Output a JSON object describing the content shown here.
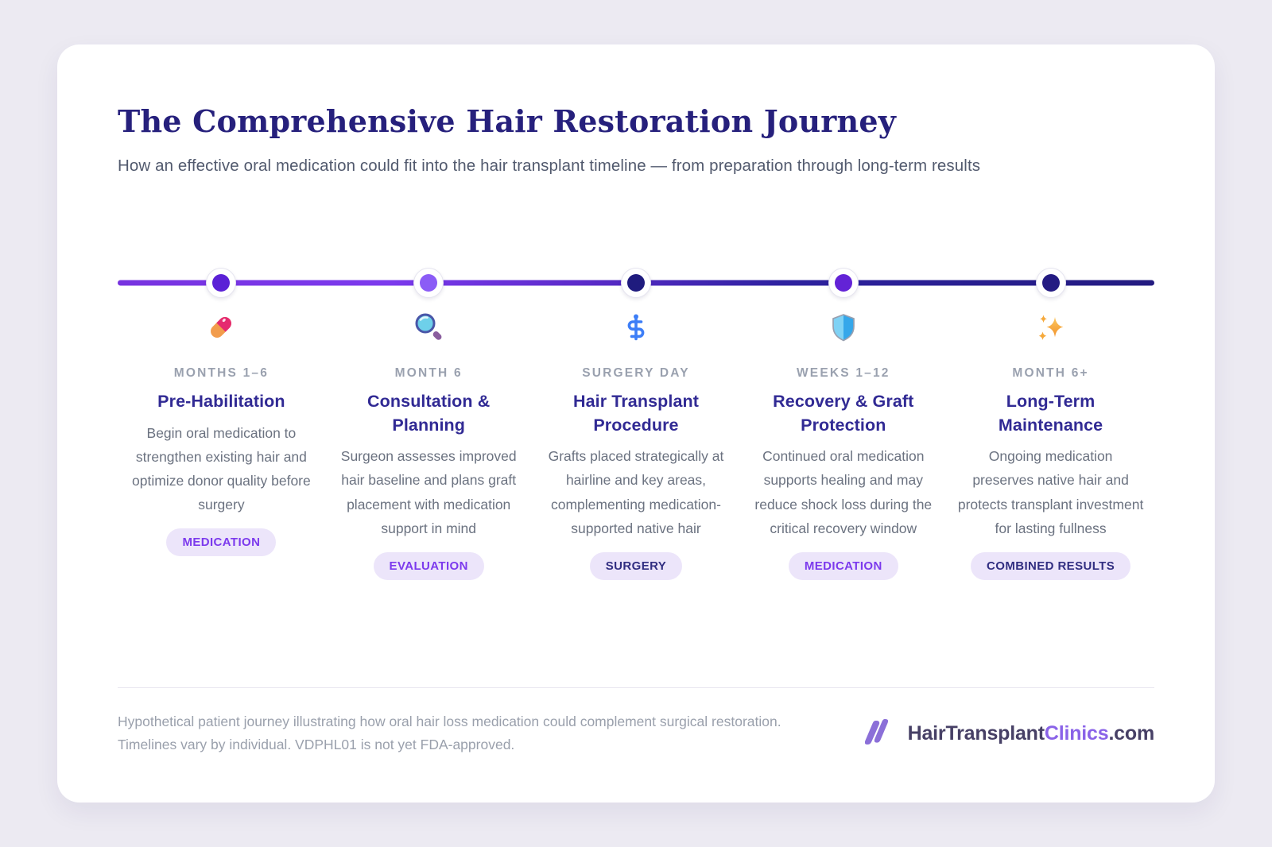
{
  "page": {
    "title": "The Comprehensive Hair Restoration Journey",
    "subtitle": "How an effective oral medication could fit into the hair transplant timeline — from preparation through long-term results"
  },
  "timeline": {
    "track_gradient": [
      "#7733df",
      "#7c3aed",
      "#231b80"
    ]
  },
  "steps": [
    {
      "icon": "pill-icon",
      "node_color": "#5b21d6",
      "period": "MONTHS 1–6",
      "title": "Pre-Habilitation",
      "description": "Begin oral medication to strengthen existing hair and optimize donor quality before surgery",
      "badge": "MEDICATION",
      "badge_color": "#7c3aed"
    },
    {
      "icon": "magnifying-glass-icon",
      "node_color": "#8b5cf6",
      "period": "MONTH 6",
      "title": "Consultation & Planning",
      "description": "Surgeon assesses improved hair baseline and plans graft placement with medication support in mind",
      "badge": "EVALUATION",
      "badge_color": "#7c3aed"
    },
    {
      "icon": "medical-symbol-icon",
      "node_color": "#1f1b7e",
      "period": "SURGERY DAY",
      "title": "Hair Transplant Procedure",
      "description": "Grafts placed strategically at hairline and key areas, complementing medication-supported native hair",
      "badge": "SURGERY",
      "badge_color": "#312e81"
    },
    {
      "icon": "shield-icon",
      "node_color": "#6323d6",
      "period": "WEEKS 1–12",
      "title": "Recovery & Graft Protection",
      "description": "Continued oral medication supports healing and may reduce shock loss during the critical recovery window",
      "badge": "MEDICATION",
      "badge_color": "#7c3aed"
    },
    {
      "icon": "sparkles-icon",
      "node_color": "#241b82",
      "period": "MONTH 6+",
      "title": "Long-Term Maintenance",
      "description": "Ongoing medication preserves native hair and protects transplant investment for lasting fullness",
      "badge": "COMBINED RESULTS",
      "badge_color": "#312e81"
    }
  ],
  "footer": {
    "disclaimer": "Hypothetical patient journey illustrating how oral hair loss medication could complement surgical restoration. Timelines vary by individual. VDPHL01 is not yet FDA-approved.",
    "brand": {
      "part1": "HairTransplant",
      "part2": "Clinics",
      "part3": ".com"
    }
  }
}
